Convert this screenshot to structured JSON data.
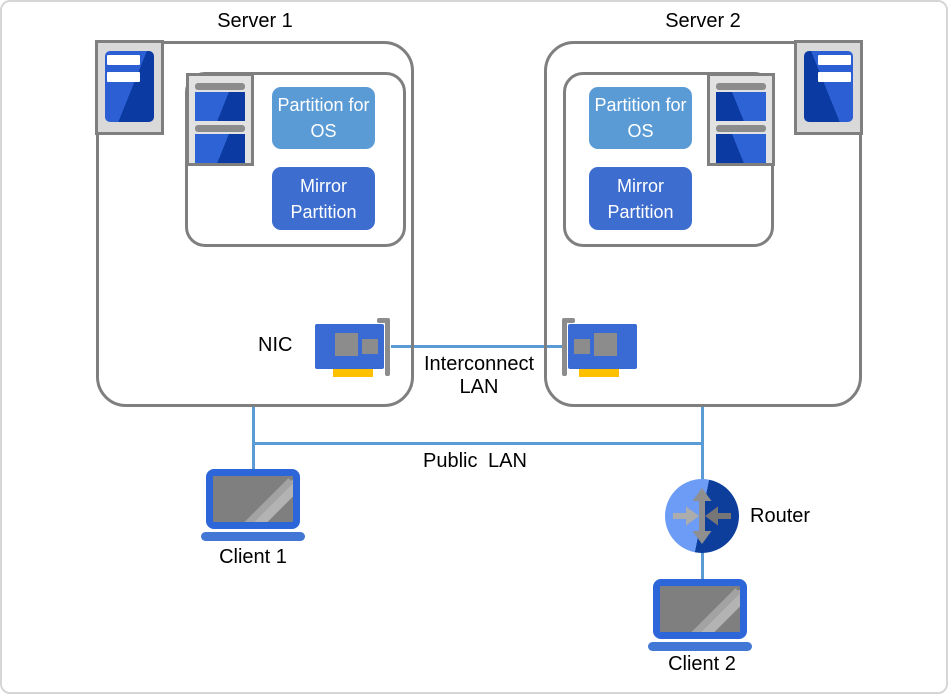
{
  "diagram": {
    "server1": {
      "title": "Server 1",
      "partition_os": "Partition for OS",
      "mirror_partition": "Mirror Partition"
    },
    "server2": {
      "title": "Server 2",
      "partition_os": "Partition for OS",
      "mirror_partition": "Mirror Partition"
    },
    "labels": {
      "nic": "NIC",
      "interconnect_lan": "Interconnect LAN",
      "public_lan": "Public LAN",
      "router": "Router",
      "client1": "Client 1",
      "client2": "Client 2"
    },
    "icons": [
      "tower-server-icon",
      "disk-icon",
      "nic-icon",
      "laptop-icon",
      "router-icon"
    ],
    "colors": {
      "partition_os_fill": "#5B9BD5",
      "mirror_partition_fill": "#3D6DCE",
      "lan_line": "#5B9BD5",
      "box_border": "#7F7F7F",
      "device_blue": "#2C66D9",
      "device_blue_dark": "#0A3AA2",
      "nic_connector_yellow": "#FFC000",
      "router_light": "#6C9CF5",
      "router_dark": "#0D3E9C",
      "icon_bg_gray": "#D9D9D9",
      "screen_gray": "#7F7F7F"
    }
  }
}
